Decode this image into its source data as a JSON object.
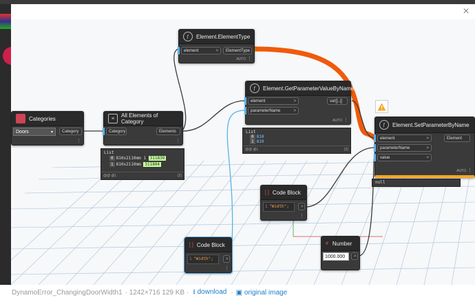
{
  "nodes": {
    "element_type": {
      "title": "Element.ElementType",
      "in_port": "element",
      "out_port": "ElementType",
      "mode": "AUTO"
    },
    "get_param": {
      "title": "Element.GetParameterValueByName",
      "in1": "element",
      "in2": "parameterName",
      "out": "var[]..[]",
      "mode": "AUTO"
    },
    "categories": {
      "title": "Categories",
      "dropdown": "Doors",
      "out": "Category"
    },
    "all_elements": {
      "title": "All Elements of Category",
      "in": "Category",
      "out": "Elements"
    },
    "set_param": {
      "title": "Element.SetParameterByName",
      "in1": "element",
      "in2": "parameterName",
      "in3": "value",
      "out": "Element",
      "mode": "AUTO",
      "result": "null"
    },
    "code_block_1": {
      "title": "Code Block",
      "line_no": "1",
      "code": "\"Width\";"
    },
    "code_block_2": {
      "title": "Code Block",
      "line_no": "1",
      "code": "\"Width\";"
    },
    "number": {
      "title": "Number",
      "value": "1000.000"
    }
  },
  "previews": {
    "all_elements": {
      "list_label": "List",
      "rows": [
        {
          "idx": "0",
          "text": "810x2110mm",
          "id_idx": "1",
          "id": "311839"
        },
        {
          "idx": "1",
          "text": "810x2110mm",
          "id": "311804"
        }
      ],
      "footer_left": "@@ @L",
      "footer_right": "{2}"
    },
    "get_param": {
      "list_label": "List",
      "rows": [
        {
          "idx": "0",
          "text": "810"
        },
        {
          "idx": "1",
          "text": "810"
        }
      ],
      "footer_left": "@@ @L",
      "footer_right": "{2}"
    }
  },
  "caption": {
    "filename": "DynamoError_ChangingDoorWidth1",
    "meta": "· 1242×716 129 KB ·",
    "download": "download",
    "original": "original image"
  },
  "colors": {
    "wire_blue": "#5bb1e8",
    "wire_dark": "#3a3a3a",
    "highlight_orange": "#f05a0a",
    "warning_bar": "#f5a623"
  }
}
